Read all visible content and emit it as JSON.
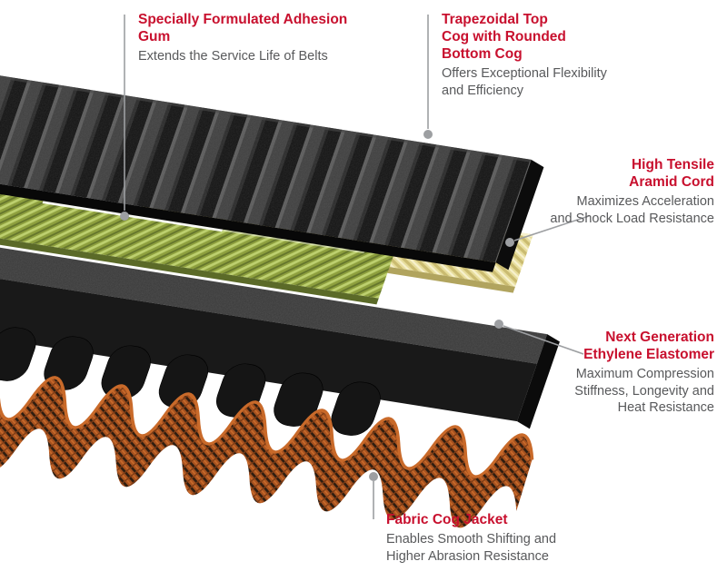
{
  "diagram": {
    "type": "exploded-belt-layer-diagram",
    "callouts": [
      {
        "id": "adhesion-gum",
        "title": "Specially Formulated Adhesion\nGum",
        "description": "Extends the Service Life of Belts"
      },
      {
        "id": "top-cog",
        "title": "Trapezoidal Top\nCog with Rounded\nBottom Cog",
        "description": "Offers Exceptional Flexibility\nand Efficiency"
      },
      {
        "id": "aramid-cord",
        "title": "High Tensile\nAramid Cord",
        "description": "Maximizes Acceleration\nand Shock Load Resistance"
      },
      {
        "id": "ethylene-elastomer",
        "title": "Next Generation\nEthylene Elastomer",
        "description": "Maximum Compression\nStiffness, Longevity and\nHeat Resistance"
      },
      {
        "id": "fabric-cog-jacket",
        "title": "Fabric Cog Jacket",
        "description": "Enables Smooth Shifting and\nHigher Abrasion Resistance"
      }
    ],
    "layers": [
      "trapezoidal-top-cog-surface",
      "adhesion-gum-layer",
      "aramid-cord-layer",
      "ethylene-elastomer-slab",
      "fabric-cog-jacket"
    ],
    "colors": {
      "title_red": "#c8102e",
      "description_gray": "#58595b",
      "callout_line": "#9d9fa2",
      "belt_dark": "#1a1a1a",
      "gum_green": "#8ea03e",
      "cord_yellow": "#e7dd9c",
      "jacket_orange": "#a5511f"
    }
  }
}
